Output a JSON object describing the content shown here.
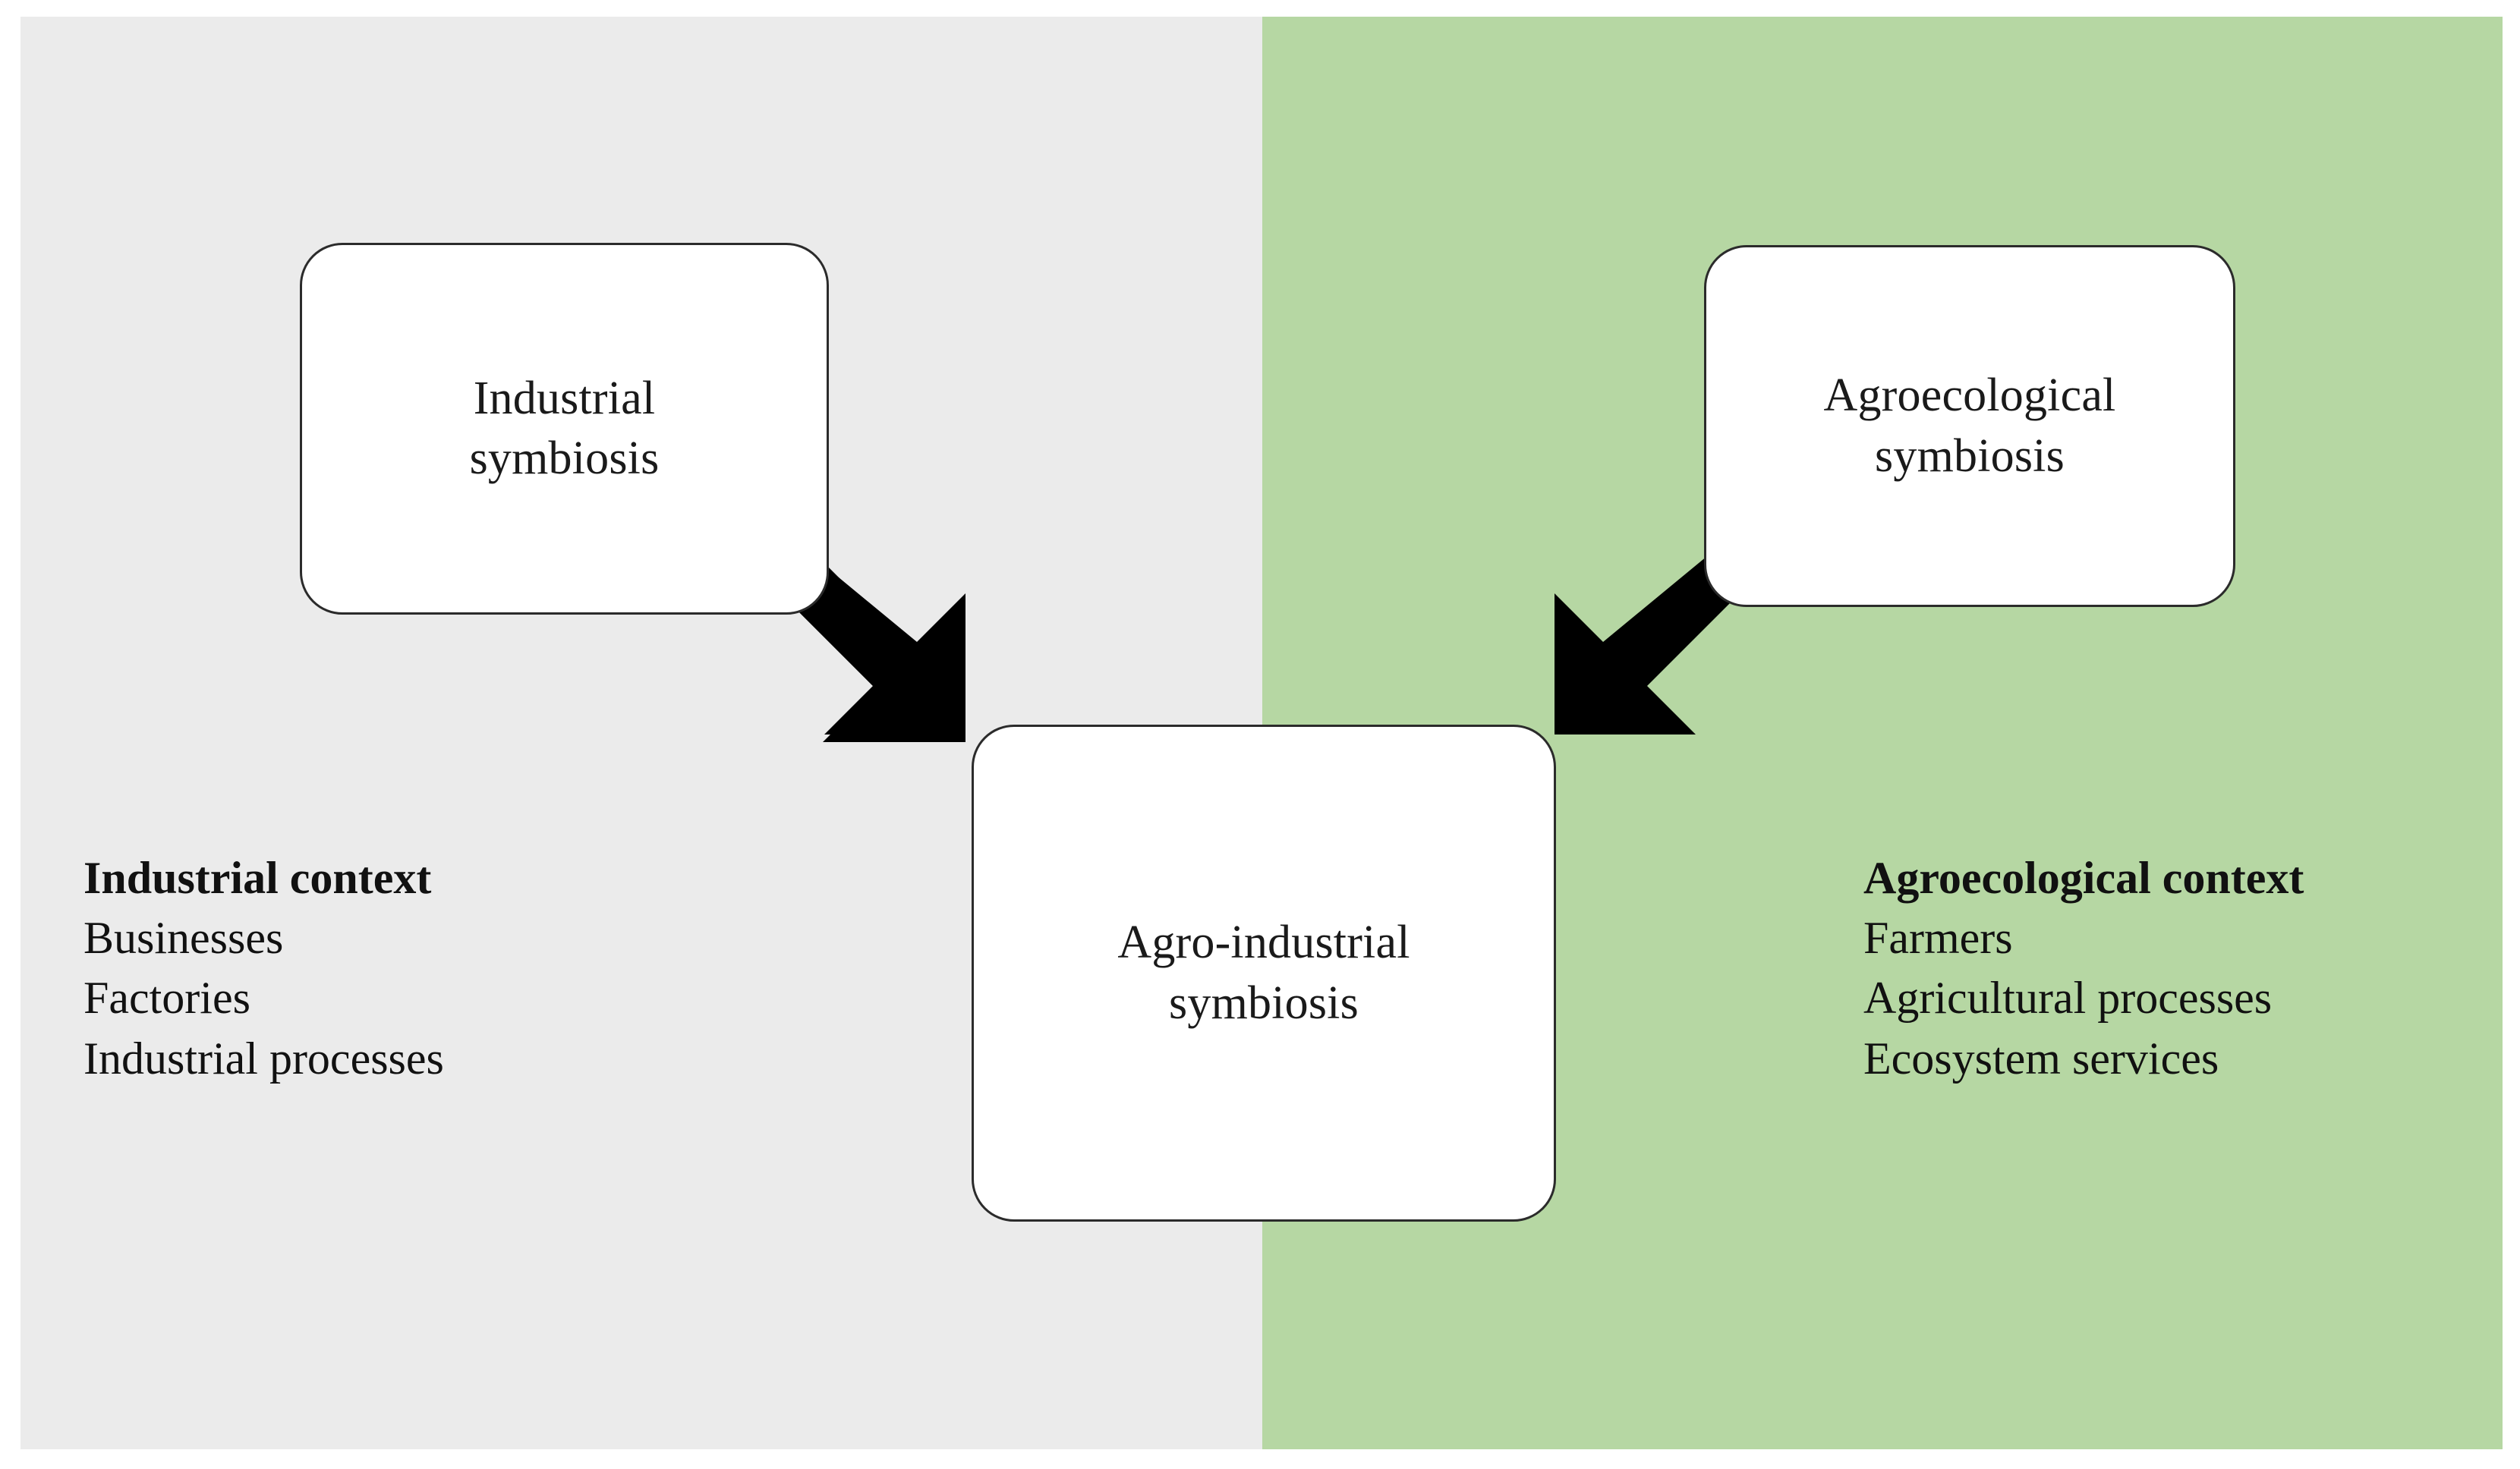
{
  "diagram": {
    "title": "Agro-industrial symbiosis concept diagram",
    "panels": {
      "left": {
        "name": "Industrial panel",
        "color": "#EBEBEB"
      },
      "right": {
        "name": "Agroecological panel",
        "color": "#B6D7A3"
      }
    },
    "nodes": [
      {
        "id": "industrial-symbiosis",
        "label": "Industrial\nsymbiosis",
        "line1": "Industrial",
        "line2": "symbiosis"
      },
      {
        "id": "agro-industrial-symbiosis",
        "label": "Agro-industrial\nsymbiosis",
        "line1": "Agro-industrial",
        "line2": "symbiosis"
      },
      {
        "id": "agroecological-symbiosis",
        "label": "Agroecological\nsymbiosis",
        "line1": "Agroecological",
        "line2": "symbiosis"
      }
    ],
    "arrows": [
      {
        "id": "arrow-industrial-to-center",
        "direction": "down-right",
        "color": "#000000"
      },
      {
        "id": "arrow-agroecological-to-center",
        "direction": "down-left",
        "color": "#000000"
      }
    ],
    "context_blocks": [
      {
        "id": "industrial-context",
        "heading": "Industrial context",
        "items": [
          "Businesses",
          "Factories",
          "Industrial processes"
        ]
      },
      {
        "id": "agroecological-context",
        "heading": "Agroecological context",
        "items": [
          "Farmers",
          "Agricultural processes",
          "Ecosystem services"
        ]
      }
    ]
  }
}
